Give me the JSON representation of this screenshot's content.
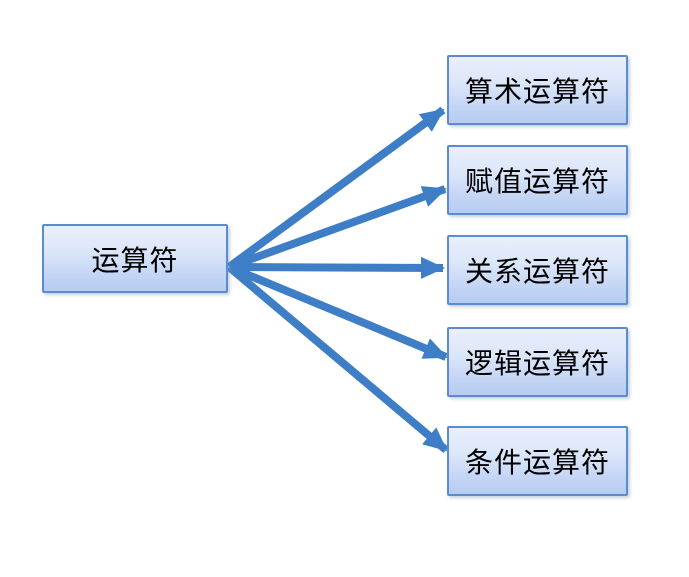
{
  "diagram": {
    "root": {
      "label": "运算符"
    },
    "children": [
      {
        "label": "算术运算符"
      },
      {
        "label": "赋值运算符"
      },
      {
        "label": "关系运算符"
      },
      {
        "label": "逻辑运算符"
      },
      {
        "label": "条件运算符"
      }
    ]
  },
  "colors": {
    "arrow": "#3e7ec7",
    "node_border": "#5b8bd0",
    "node_fill_top": "#e9effc",
    "node_fill_bottom": "#b6ccf1",
    "text": "#000000",
    "background": "#ffffff"
  }
}
